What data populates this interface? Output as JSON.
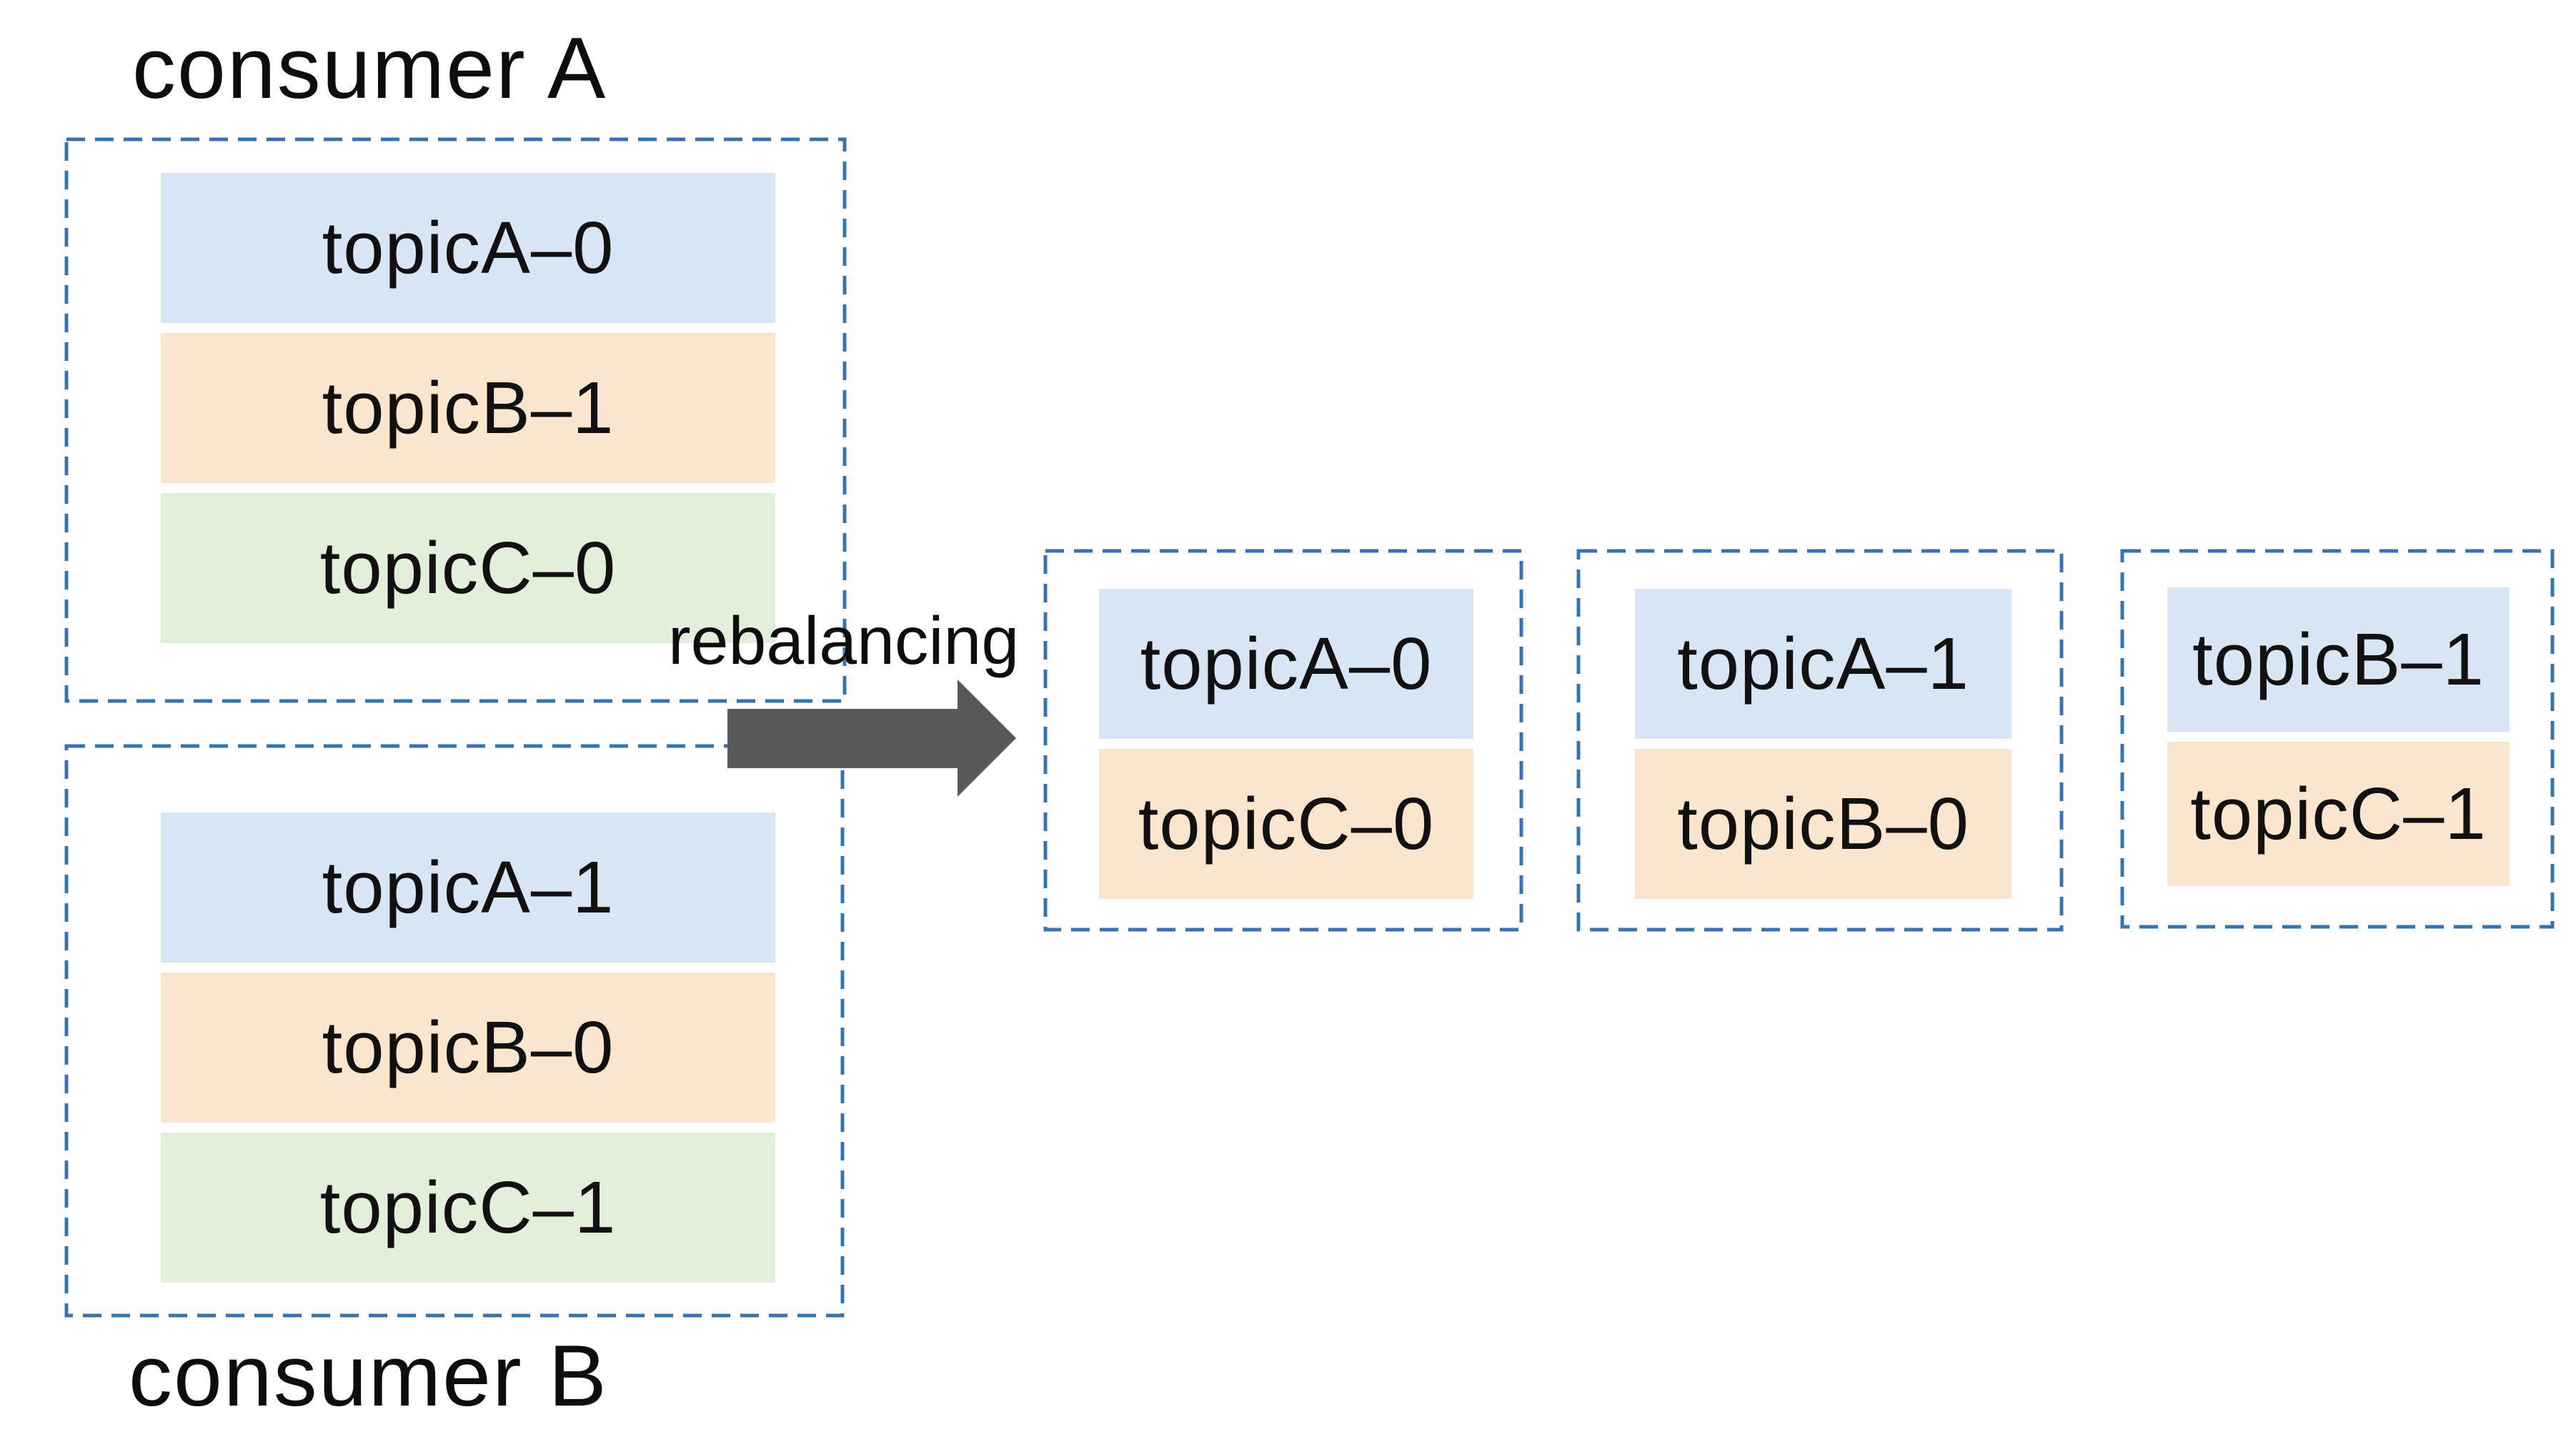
{
  "before": [
    {
      "name": "consumer A",
      "partitions": [
        {
          "label": "topicA–0",
          "color": "partition_blue"
        },
        {
          "label": "topicB–1",
          "color": "partition_orange"
        },
        {
          "label": "topicC–0",
          "color": "partition_green"
        }
      ]
    },
    {
      "name": "consumer B",
      "partitions": [
        {
          "label": "topicA–1",
          "color": "partition_blue"
        },
        {
          "label": "topicB–0",
          "color": "partition_orange"
        },
        {
          "label": "topicC–1",
          "color": "partition_green"
        }
      ]
    }
  ],
  "transition": {
    "label": "rebalancing"
  },
  "after": [
    {
      "partitions": [
        {
          "label": "topicA–0",
          "color": "partition_blue"
        },
        {
          "label": "topicC–0",
          "color": "partition_orange"
        }
      ]
    },
    {
      "partitions": [
        {
          "label": "topicA–1",
          "color": "partition_blue"
        },
        {
          "label": "topicB–0",
          "color": "partition_orange"
        }
      ]
    },
    {
      "partitions": [
        {
          "label": "topicB–1",
          "color": "partition_blue"
        },
        {
          "label": "topicC–1",
          "color": "partition_orange"
        }
      ]
    }
  ],
  "colors": {
    "partition_blue": "#D8E6F4",
    "partition_orange": "#FBE5CE",
    "partition_green": "#E2EFDA",
    "box_border": "#3574AE",
    "arrow_gray": "#595959",
    "text": "#111111"
  }
}
